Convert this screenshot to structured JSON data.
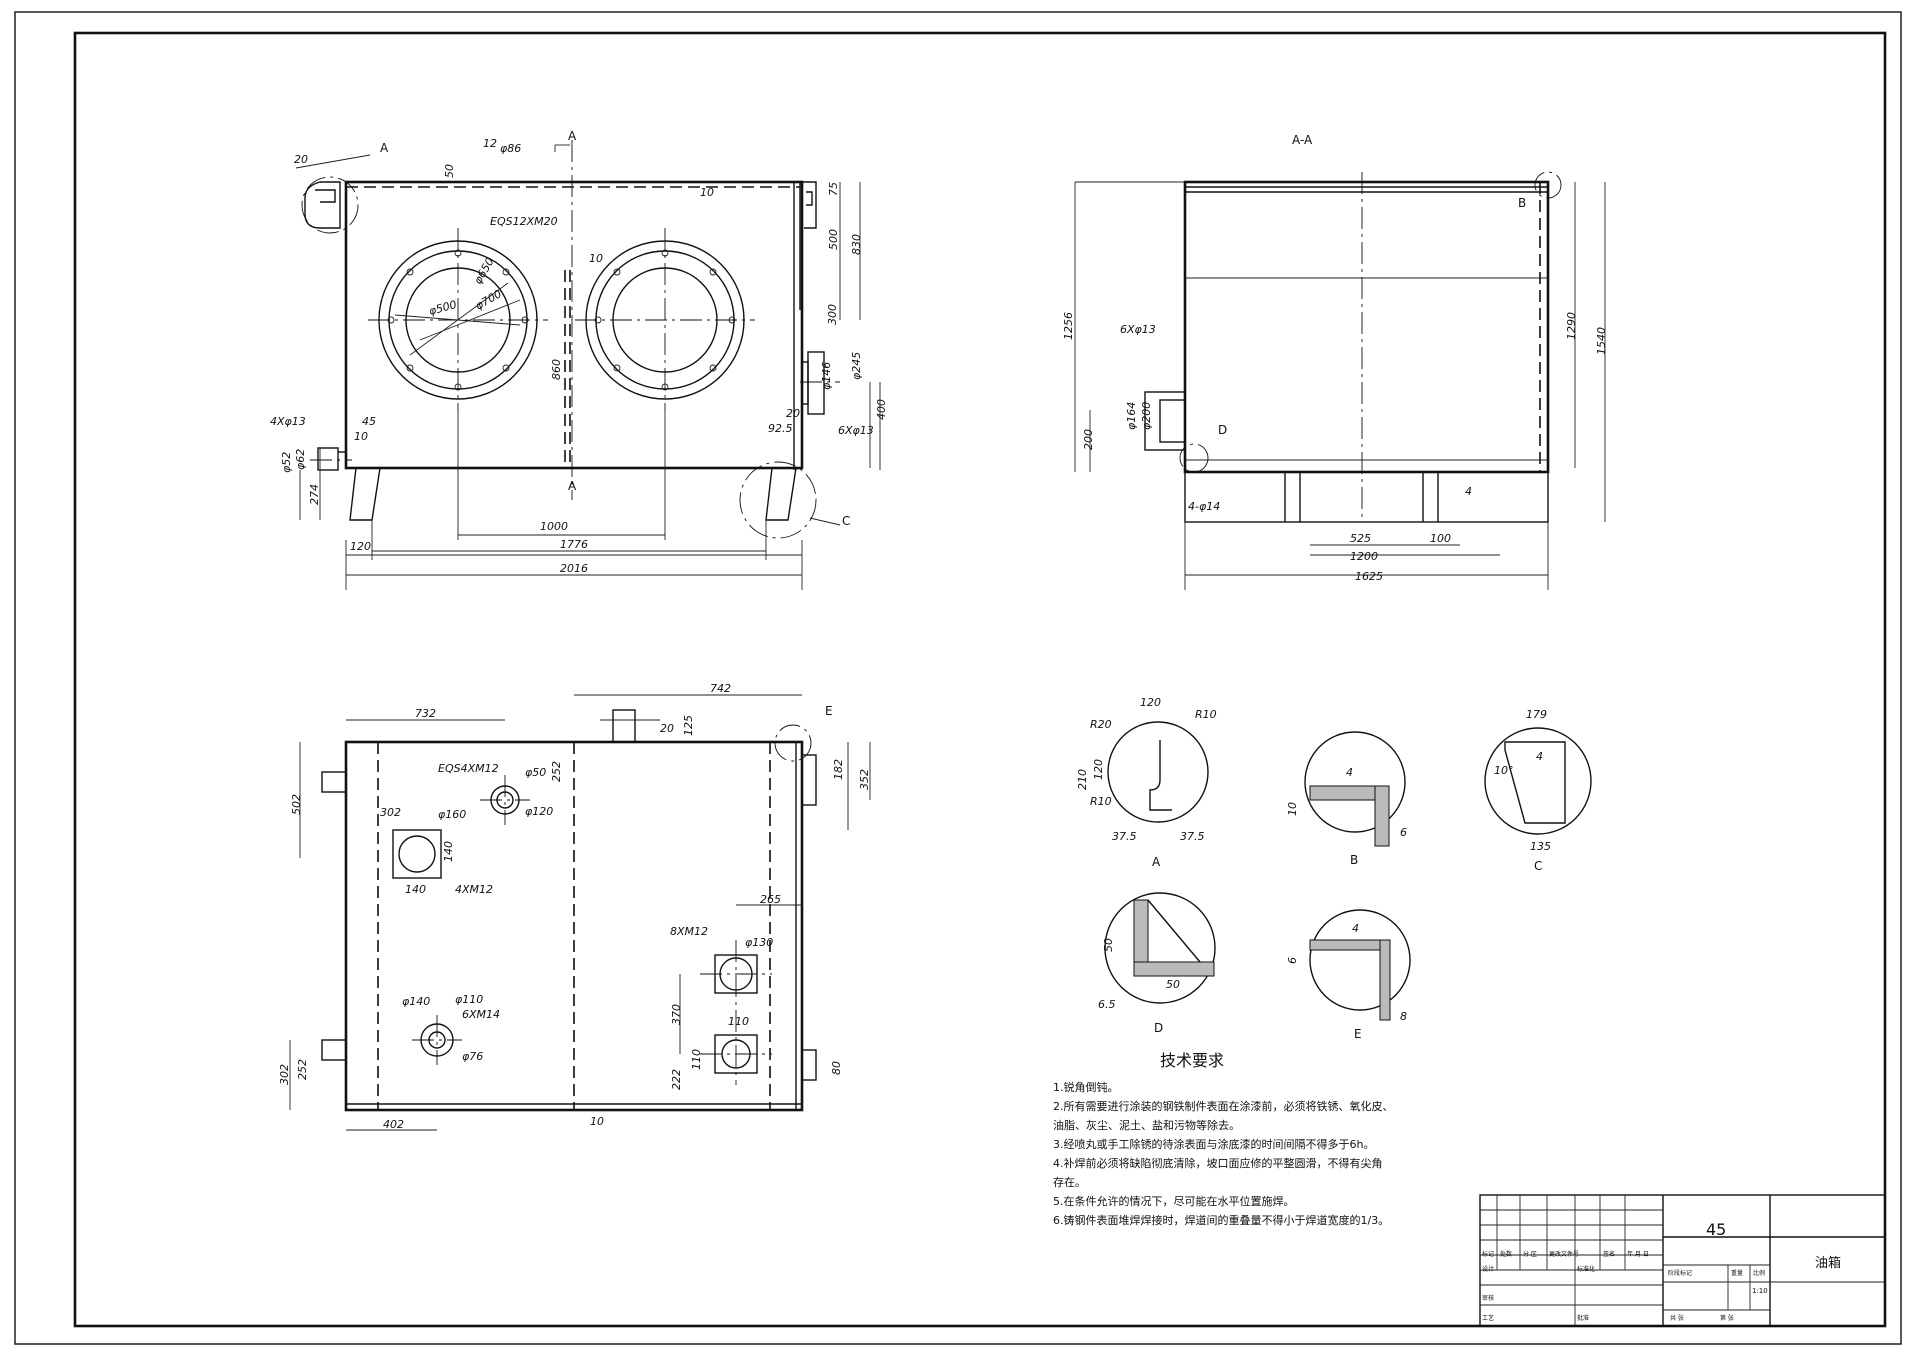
{
  "front_view": {
    "dims": {
      "d20": "20",
      "d50": "50",
      "d12": "12",
      "d86": "φ86",
      "d10a": "10",
      "d75": "75",
      "d500": "500",
      "d830": "830",
      "d300": "300",
      "d10b": "10",
      "d860": "860",
      "d146": "φ146",
      "d245": "φ245",
      "d20b": "20",
      "d925": "92.5",
      "d400": "400",
      "d45": "45",
      "d10c": "10",
      "d52": "φ52",
      "d62": "φ62",
      "d274": "274",
      "d1000": "1000",
      "d120": "120",
      "d1776": "1776",
      "d2016": "2016",
      "d650": "φ650",
      "d500c": "φ500",
      "d700": "φ700",
      "eqs": "EQS12XM20",
      "holes4": "4Xφ13",
      "holes6": "6Xφ13"
    },
    "labels": {
      "a1": "A",
      "a2": "A",
      "a3": "A",
      "c": "C"
    }
  },
  "section_view": {
    "title": "A-A",
    "dims": {
      "d1256": "1256",
      "d200": "200",
      "d164": "φ164",
      "d200b": "φ200",
      "d6x13": "6Xφ13",
      "d4x14": "4-φ14",
      "d525": "525",
      "d100": "100",
      "d1200": "1200",
      "d1625": "1625",
      "d1290": "1290",
      "d1540": "1540",
      "weld": "4"
    },
    "labels": {
      "b": "B",
      "d": "D"
    }
  },
  "top_view": {
    "dims": {
      "d732": "732",
      "d742": "742",
      "d20": "20",
      "d125": "125",
      "d502": "502",
      "d252": "252",
      "d50": "φ50",
      "d120": "φ120",
      "eqs": "EQS4XM12",
      "d302": "302",
      "d160": "φ160",
      "d140": "140",
      "d140b": "140",
      "d4m12": "4XM12",
      "d182": "182",
      "d352": "352",
      "d265": "265",
      "d8m12": "8XM12",
      "d130": "φ130",
      "d370": "370",
      "d110": "110",
      "d222": "222",
      "d110b": "110",
      "d140c": "φ140",
      "d110c": "φ110",
      "d6m14": "6XM14",
      "d76": "φ76",
      "d302b": "302",
      "d252b": "252",
      "d402": "402",
      "d10": "10",
      "d80": "80"
    },
    "labels": {
      "e": "E"
    }
  },
  "details": {
    "A": {
      "name": "A",
      "d120": "120",
      "r10a": "R10",
      "r20": "R20",
      "d210": "210",
      "d120v": "120",
      "r10b": "R10",
      "d375a": "37.5",
      "d375b": "37.5"
    },
    "B": {
      "name": "B",
      "weld": "4",
      "d10": "10",
      "d6": "6"
    },
    "C": {
      "name": "C",
      "d179": "179",
      "ang": "10°",
      "weld": "4",
      "d135": "135"
    },
    "D": {
      "name": "D",
      "d50v": "50",
      "d50h": "50",
      "d65": "6.5"
    },
    "E": {
      "name": "E",
      "weld": "4",
      "d6": "6",
      "d8": "8"
    }
  },
  "tech_requirements": {
    "title": "技术要求",
    "items": [
      "1.锐角倒钝。",
      "2.所有需要进行涂装的钢铁制件表面在涂漆前，必须将铁锈、氧化皮、",
      "油脂、灰尘、泥土、盐和污物等除去。",
      "3.经喷丸或手工除锈的待涂表面与涂底漆的时间间隔不得多于6h。",
      "4.补焊前必须将缺陷彻底清除，坡口面应修的平整圆滑，不得有尖角",
      "存在。",
      "5.在条件允许的情况下，尽可能在水平位置施焊。",
      "6.铸钢件表面堆焊焊接时，焊道间的重叠量不得小于焊道宽度的1/3。"
    ]
  },
  "title_block": {
    "material": "45",
    "part_name": "油箱",
    "scale": "1:10",
    "headers": [
      "标记",
      "处数",
      "分 区",
      "更改文件号",
      "签名",
      "年 月 日"
    ],
    "row2": [
      "设计",
      "标准化",
      "阶段标记",
      "重量",
      "比例"
    ],
    "row3": [
      "审核"
    ],
    "row4": [
      "工艺",
      "批准",
      "共 张",
      "第 张"
    ]
  }
}
